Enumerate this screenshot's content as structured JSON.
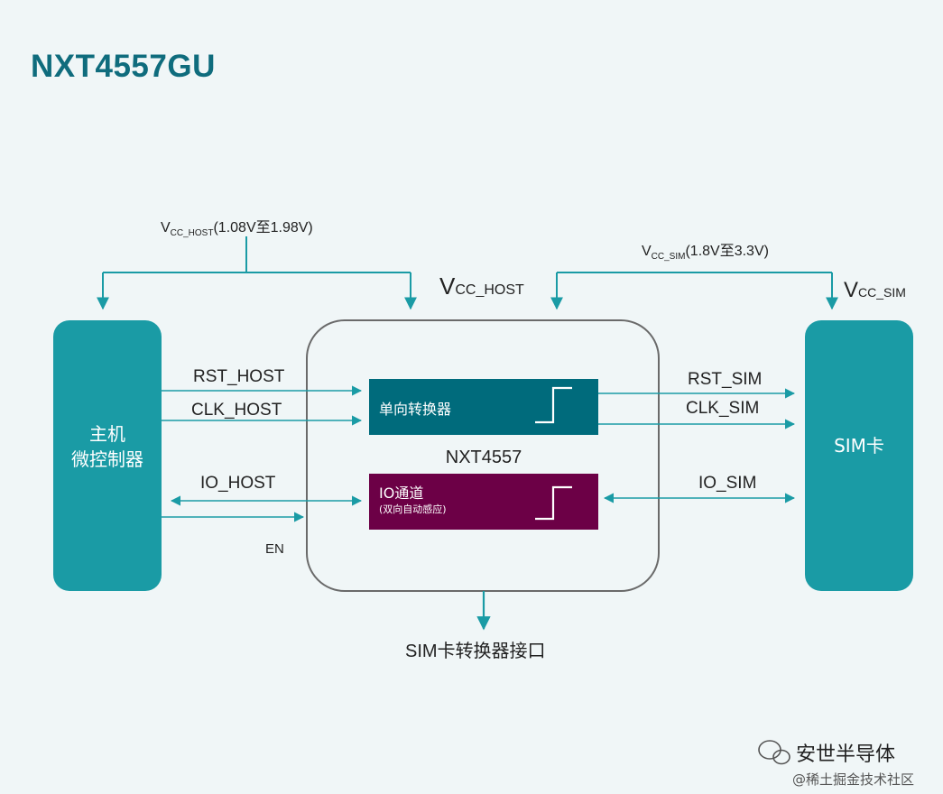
{
  "title": "NXT4557GU",
  "supplies": {
    "host": {
      "v": "V",
      "sub": "CC_HOST",
      "range": "(1.08V至1.98V)"
    },
    "sim": {
      "v": "V",
      "sub": "CC_SIM",
      "range": "(1.8V至3.3V)"
    },
    "chip_host": {
      "v": "V",
      "sub": "CC_HOST"
    },
    "card_sim": {
      "v": "V",
      "sub": "CC_SIM"
    }
  },
  "blocks": {
    "host": {
      "line1": "主机",
      "line2": "微控制器"
    },
    "sim_card": "SIM卡",
    "chip_name": "NXT4557",
    "converter": "单向转换器",
    "io_channel": {
      "line1": "IO通道",
      "line2": "(双向自动感应)"
    }
  },
  "signals": {
    "rst_host": "RST_HOST",
    "clk_host": "CLK_HOST",
    "io_host": "IO_HOST",
    "en": "EN",
    "rst_sim": "RST_SIM",
    "clk_sim": "CLK_SIM",
    "io_sim": "IO_SIM"
  },
  "output_label": "SIM卡转换器接口",
  "watermark": {
    "brand": "安世半导体",
    "community": "@稀土掘金技术社区"
  },
  "colors": {
    "title": "#0f6c7d",
    "block_teal": "#1a9ba5",
    "converter_fill": "#006b7c",
    "io_fill": "#6c0046",
    "line": "#1a9ba5",
    "chip_border": "#6a6a6a"
  },
  "icons": [
    "wechat-icon",
    "step-icon"
  ]
}
